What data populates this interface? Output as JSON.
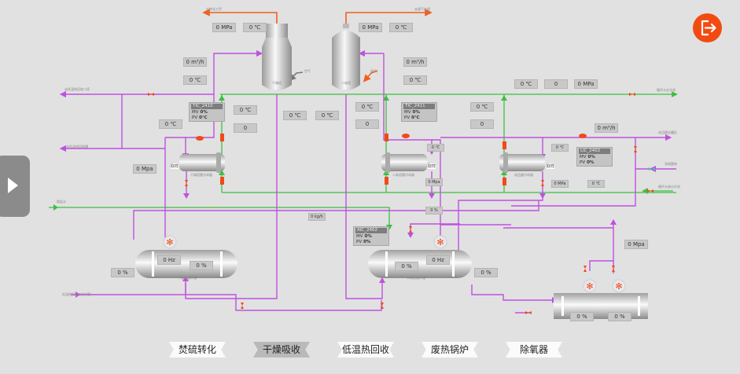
{
  "colors": {
    "background": "#e1e1e1",
    "acid_line": "#c050e0",
    "water_line": "#3cc040",
    "gas_line": "#f06020",
    "valve": "#f04a1a",
    "exit_button": "#f24b12"
  },
  "navigation": {
    "exit_icon": "exit-door-arrow-icon",
    "side_toggle_icon": "play-triangle-icon",
    "tabs": [
      {
        "label": "焚硫转化",
        "active": false
      },
      {
        "label": "干燥吸收",
        "active": true
      },
      {
        "label": "低温热回收",
        "active": false
      },
      {
        "label": "废热锅炉",
        "active": false
      },
      {
        "label": "除氧器",
        "active": false
      }
    ]
  },
  "equipment": {
    "drying_tower": {
      "label": "干燥塔"
    },
    "absorption_tower": {
      "label": "二吸塔"
    },
    "air_inlet": {
      "label": "空气"
    },
    "tail_gas_inlet": {
      "label": "尾气"
    },
    "cooler_1": {
      "label": "干燥塔酸冷却器",
      "tag": "取样"
    },
    "cooler_2": {
      "label": "二吸塔酸冷却器",
      "tag": "取样"
    },
    "cooler_3": {
      "label": "成品酸冷却器",
      "tag": "取样"
    },
    "tank_1": {
      "label": "干燥塔循环槽"
    },
    "tank_2": {
      "label": "二吸塔循环槽"
    }
  },
  "line_labels": {
    "top_left_out": "去转化工序",
    "top_right_out": "去尾气处理",
    "left_acid_1": "去低温热回收二塔",
    "left_acid_2": "去低温热回收槽",
    "left_water_in": "脱盐水",
    "bottom_left_in": "低温热回收来的产酸",
    "right_water_out": "循环水去冷却",
    "right_acid_out": "成品酸去罐区",
    "right_acid_in": "浓硫酸来",
    "right_water_in": "循环水来自冷却"
  },
  "readouts": {
    "tower1_pressure": "0 MPa",
    "tower1_temp": "0 ℃",
    "tower2_pressure": "0 MPa",
    "tower2_temp": "0 ℃",
    "flow_left": "0 m³/h",
    "temp_left": "0 ℃",
    "flow_mid": "0 m³/h",
    "temp_mid": "0 ℃",
    "top_right_temp": "0 ℃",
    "top_right_value": "0",
    "top_right_pressure": "0 MPa",
    "c1_temp": "0 ℃",
    "c1_value": "0",
    "left_temp": "0 ℃",
    "tower1_bottom_temp": "0 ℃",
    "tower2_bottom_temp": "0 ℃",
    "c2_temp": "0 ℃",
    "c2_value": "0",
    "c3_temp": "0 ℃",
    "c3_value": "0",
    "flow_right": "0 m³/h",
    "left_pressure": "0 Mpa",
    "c2_out_temp": "0 ℃",
    "c2_out_pressure": "0 Mpa",
    "c3_out_temp": "0 ℃",
    "c3_out_pressure": "0 MPa",
    "right_bottom_temp": "0 ℃",
    "mid_flow": "0 kg/h",
    "mid_percent": "0 %",
    "tank1_freq": "0 Hz",
    "tank1_level": "0 %",
    "tank1_left_level": "0 %",
    "tank2_freq": "0 Hz",
    "tank2_level": "0 %",
    "tank2_right_level": "0 %",
    "deaerator_pressure": "0 Mpa",
    "deaerator_level_1": "0 %",
    "deaerator_level_2": "0 %"
  },
  "controllers": [
    {
      "tag": "TIC_2410",
      "mv_label": "MV",
      "mv": "0%",
      "pv_label": "PV",
      "pv": "0℃"
    },
    {
      "tag": "TIC_2411",
      "mv_label": "MV",
      "mv": "0%",
      "pv_label": "PV",
      "pv": "0℃"
    },
    {
      "tag": "LIC_2402",
      "mv_label": "MV",
      "mv": "0%",
      "pv_label": "PV",
      "pv": "0%"
    },
    {
      "tag": "AIC_2402",
      "mv_label": "MV",
      "mv": "0%",
      "pv_label": "PV",
      "pv": "0%"
    }
  ]
}
